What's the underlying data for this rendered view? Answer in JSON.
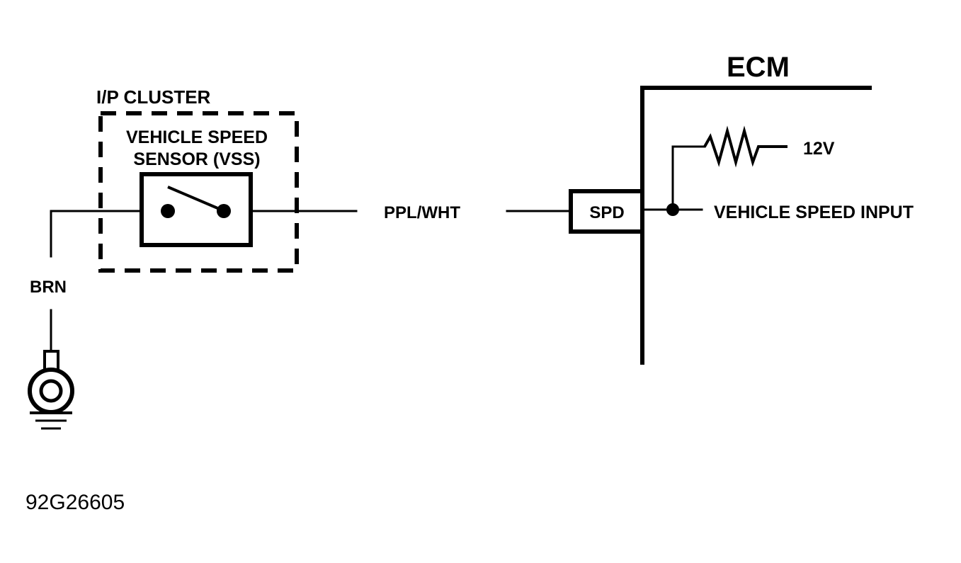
{
  "labels": {
    "ecm": "ECM",
    "ip_cluster": "I/P CLUSTER",
    "vss_line1": "VEHICLE SPEED",
    "vss_line2": "SENSOR (VSS)",
    "wire_ppl_wht": "PPL/WHT",
    "spd": "SPD",
    "voltage": "12V",
    "vehicle_speed_input": "VEHICLE SPEED INPUT",
    "wire_brn": "BRN",
    "figure_code": "92G26605"
  }
}
